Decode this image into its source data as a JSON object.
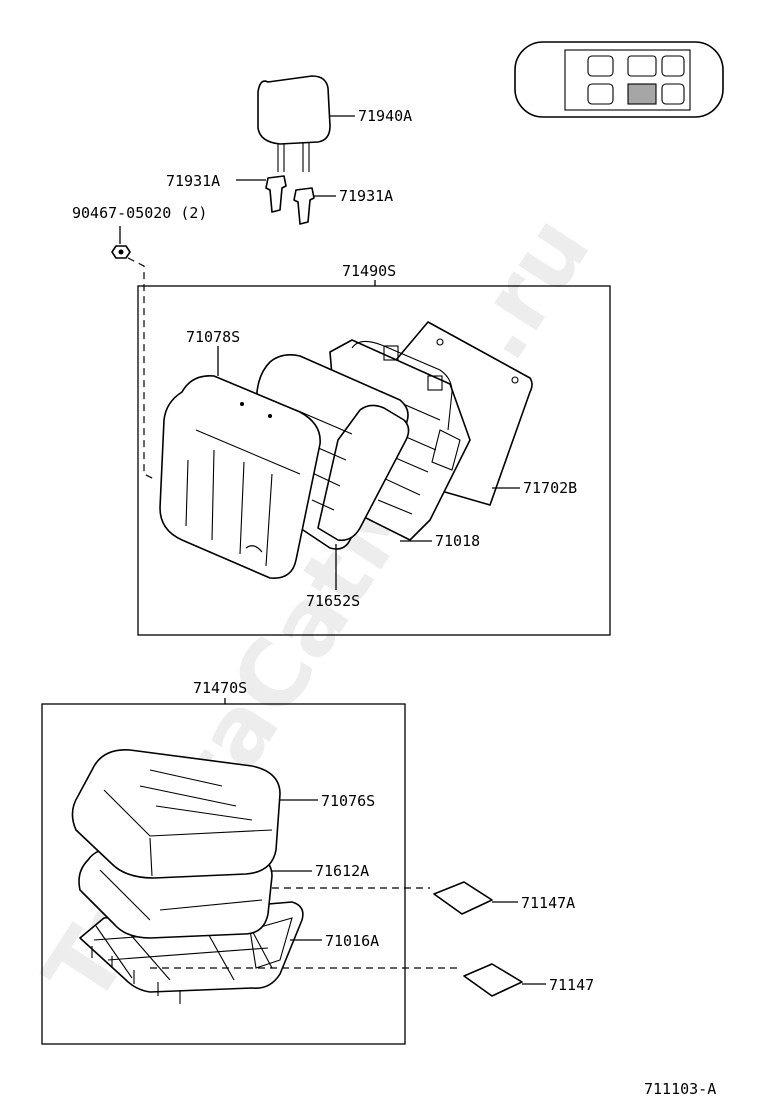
{
  "parts": {
    "headrest": "71940A",
    "support_left": "71931A",
    "support_right": "71931A",
    "screw": "90467-05020 (2)",
    "back_assembly": "71490S",
    "back_cover": "71078S",
    "back_pad": "71652S",
    "back_frame": "71018",
    "back_board": "71702B",
    "cushion_assembly": "71470S",
    "cushion_cover": "71076S",
    "cushion_pad": "71612A",
    "cushion_frame": "71016A",
    "pad_a": "71147A",
    "pad_b": "71147"
  },
  "diagram_code": "711103-A",
  "watermark": "ToyotaCatMine.ru"
}
